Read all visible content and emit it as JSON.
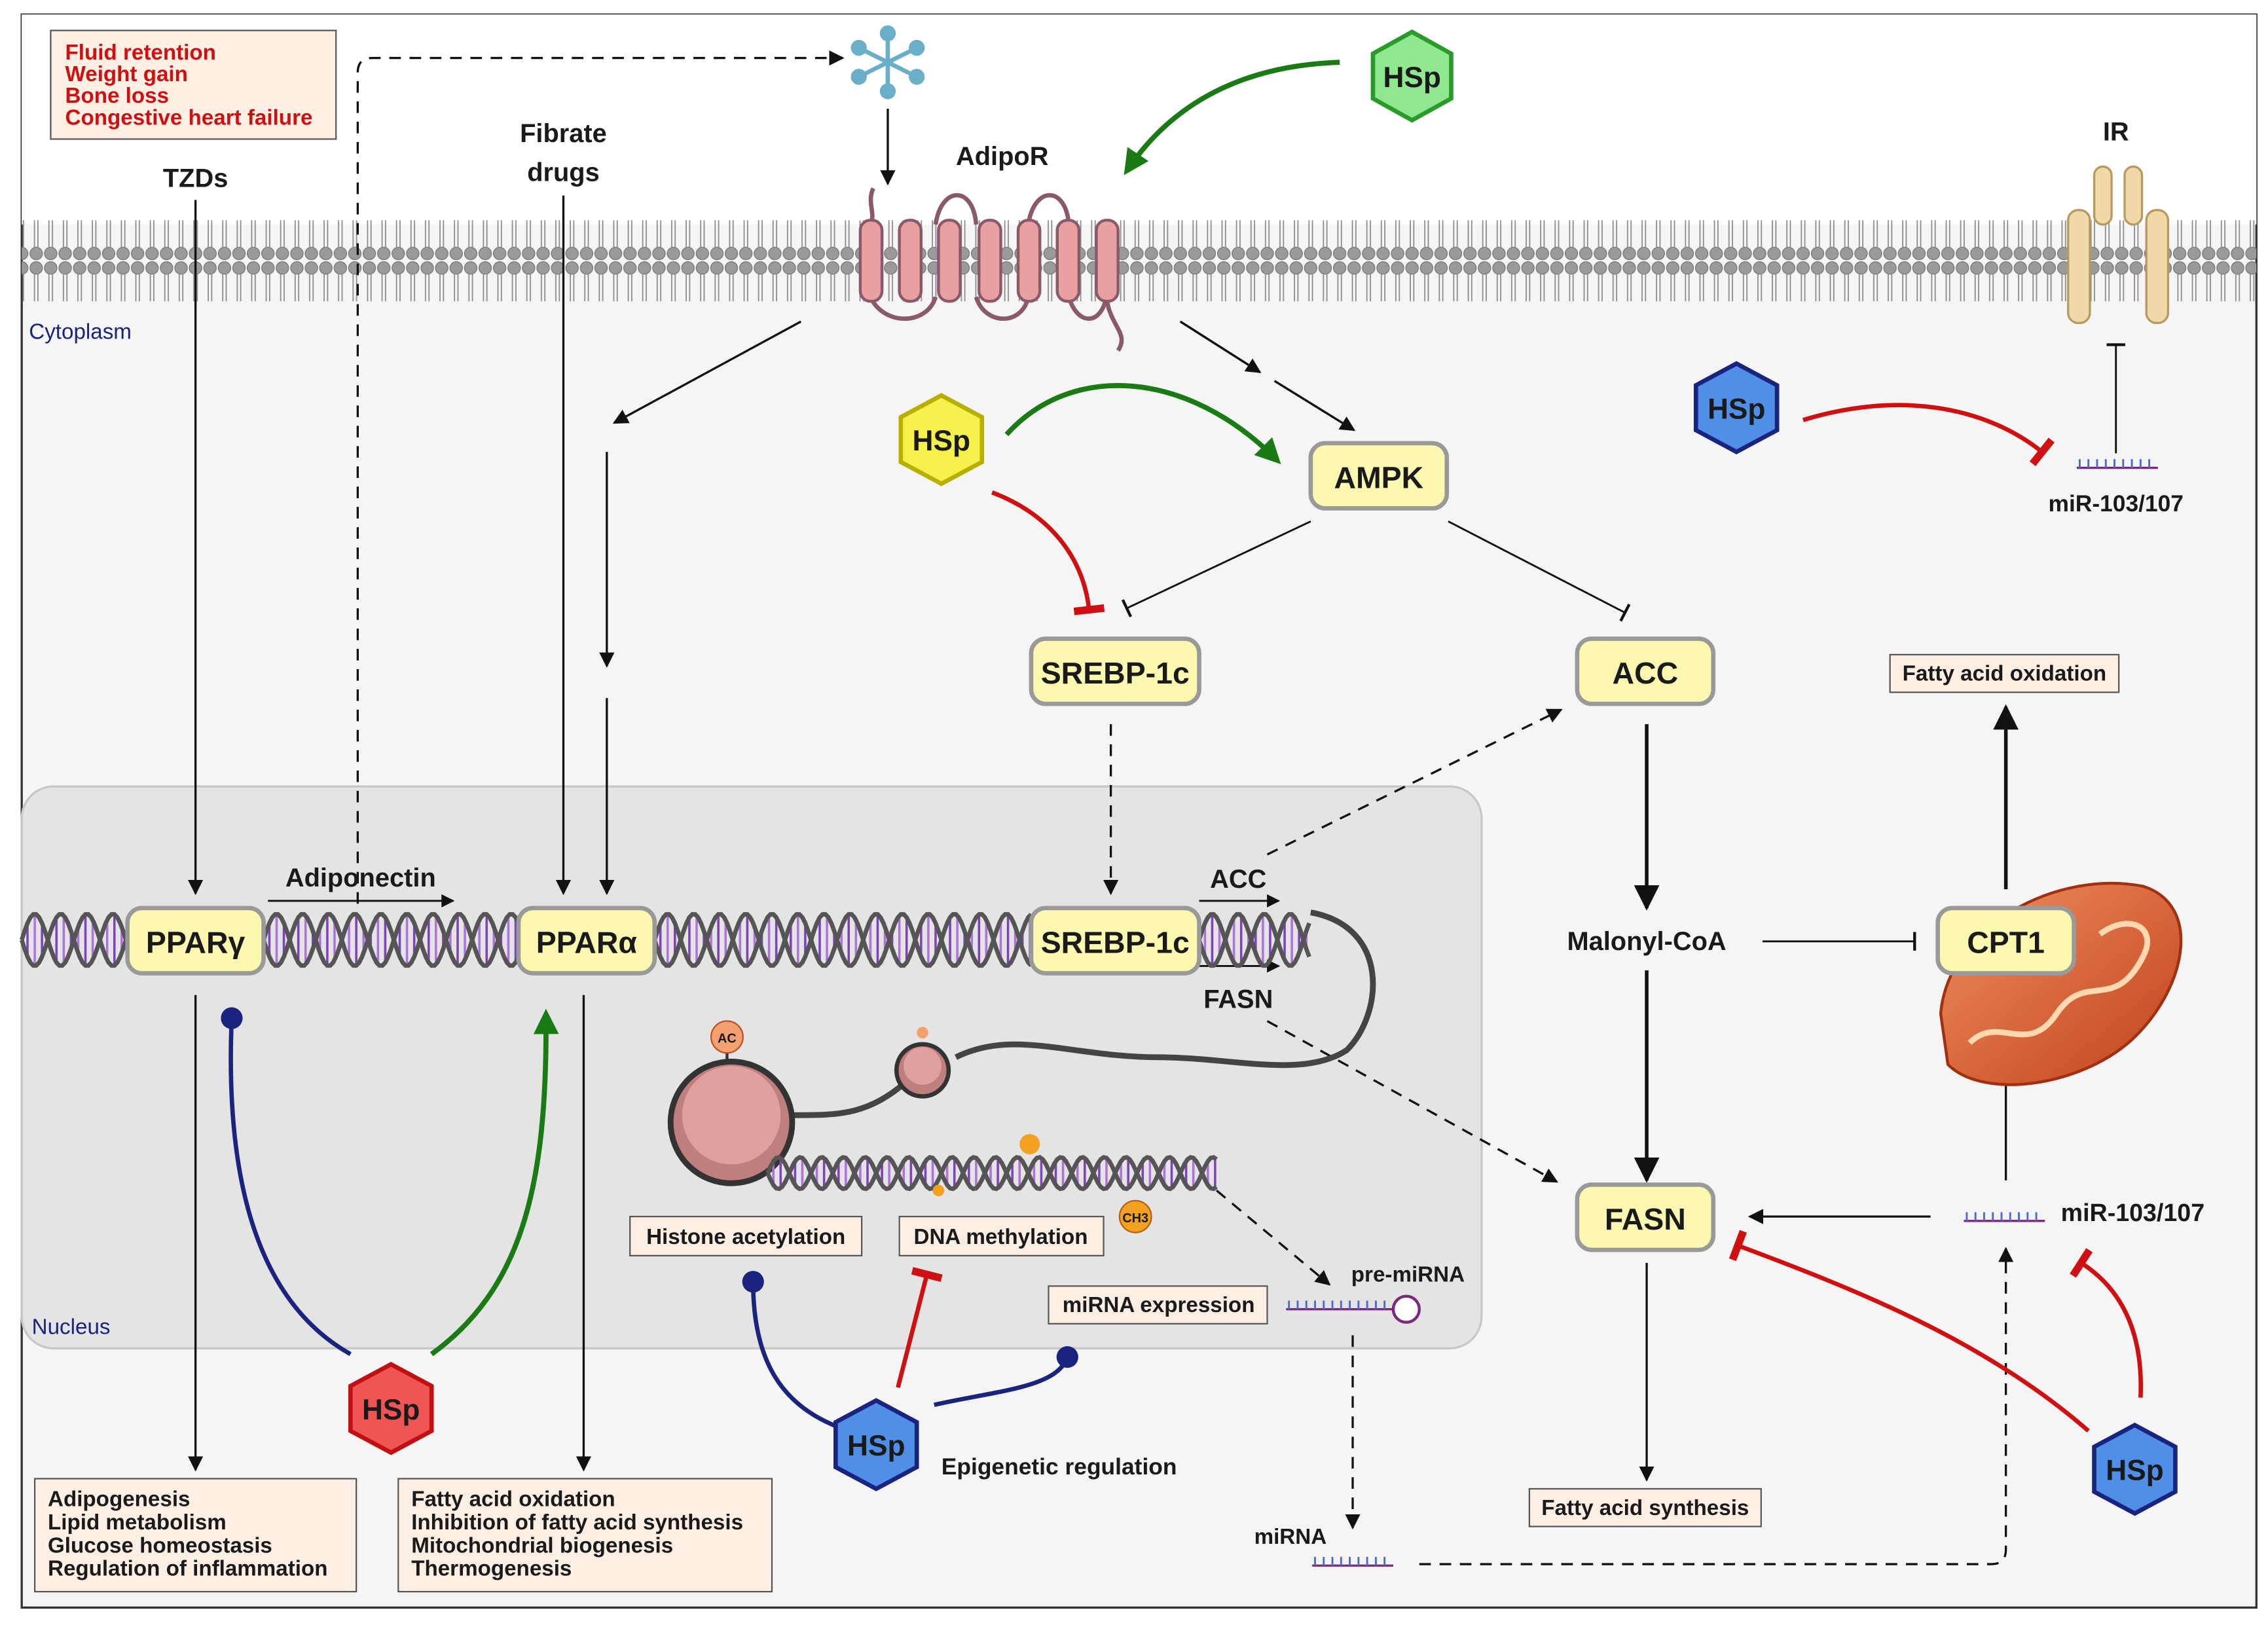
{
  "side_effects": [
    "Fluid retention",
    "Weight gain",
    "Bone loss",
    "Congestive heart failure"
  ],
  "compartments": {
    "cytoplasm": "Cytoplasm",
    "nucleus": "Nucleus"
  },
  "drugs": {
    "tzds": "TZDs",
    "fibrate_1": "Fibrate",
    "fibrate_2": "drugs"
  },
  "receptors": {
    "adipor": "AdipoR",
    "ir": "IR"
  },
  "nodes": {
    "ampk": "AMPK",
    "srebp_cyto": "SREBP-1c",
    "acc_cyto": "ACC",
    "ppar_gamma": "PPARγ",
    "ppar_alpha": "PPARα",
    "srebp_nuc": "SREBP-1c",
    "fasn": "FASN",
    "cpt1": "CPT1",
    "malonyl": "Malonyl-CoA"
  },
  "gene_labels": {
    "adiponectin": "Adiponectin",
    "acc_gene": "ACC",
    "fasn_gene": "FASN"
  },
  "mirna": {
    "mir_top": "miR-103/107",
    "mir_right": "miR-103/107",
    "pre": "pre-miRNA",
    "mature": "miRNA"
  },
  "epigenetic": {
    "histone": "Histone acetylation",
    "dna_meth": "DNA methylation",
    "mirna_expr": "miRNA expression",
    "regulation": "Epigenetic regulation",
    "ac_tag": "AC",
    "ch3_tag": "CH3"
  },
  "outcomes": {
    "fa_oxidation_top": "Fatty acid oxidation",
    "fa_synthesis": "Fatty acid synthesis",
    "ppar_gamma_effects": [
      "Adipogenesis",
      "Lipid metabolism",
      "Glucose homeostasis",
      "Regulation of inflammation"
    ],
    "ppar_alpha_effects": [
      "Fatty acid oxidation",
      "Inhibition of fatty acid synthesis",
      "Mitochondrial biogenesis",
      "Thermogenesis"
    ]
  },
  "hsp_label": "HSp",
  "colors": {
    "activation": "#1a7a14",
    "inhibition": "#d01010",
    "blue_link": "#1a237e",
    "node_fill": "#fdf8b0",
    "box_fill": "#fdefe4",
    "hsp_green": "#7fe07f",
    "hsp_yellow": "#f6f04a",
    "hsp_blue": "#4f8fe8",
    "hsp_red": "#f05555"
  }
}
